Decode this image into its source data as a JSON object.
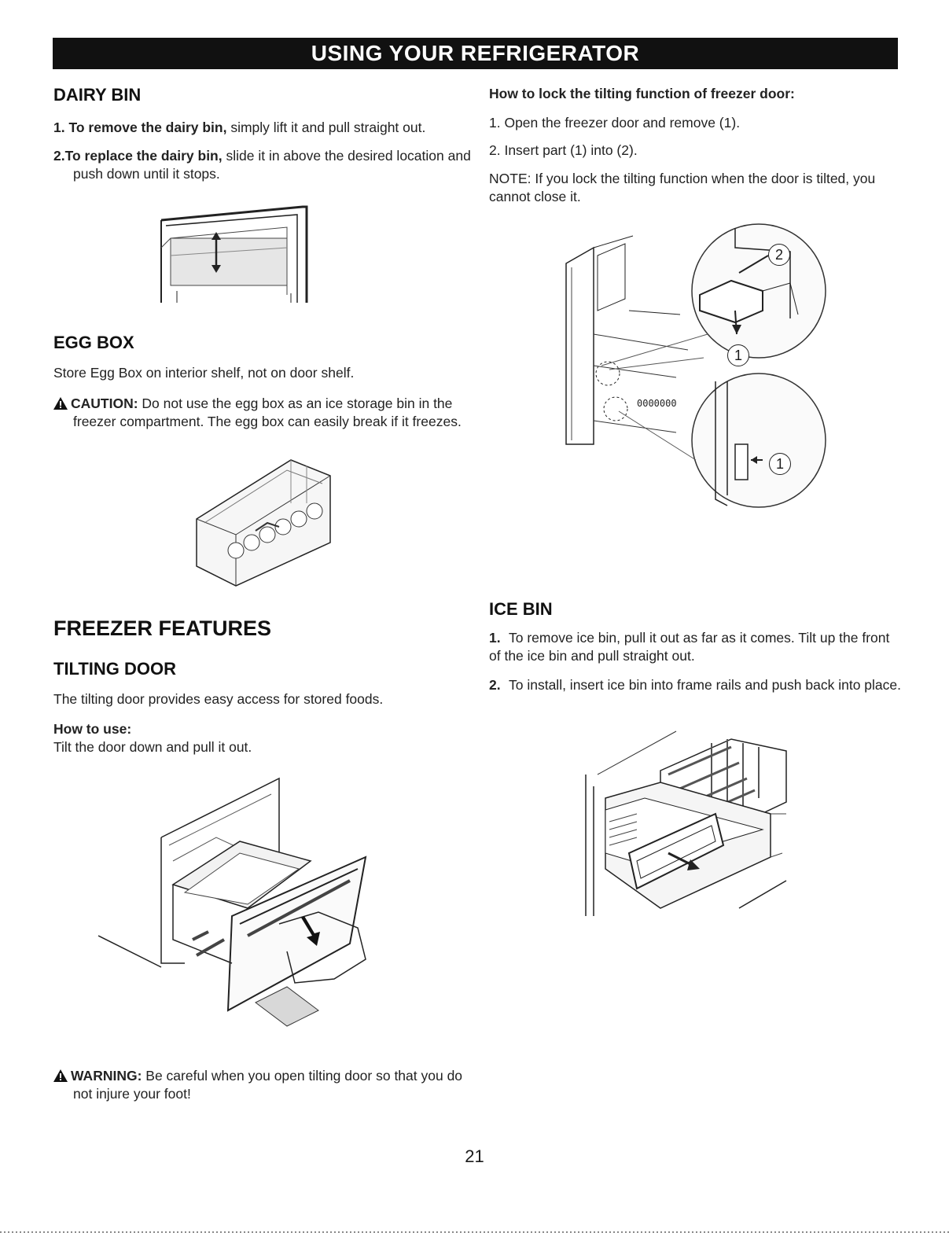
{
  "header": {
    "title": "USING YOUR REFRIGERATOR"
  },
  "dairy_bin": {
    "heading": "DAIRY BIN",
    "step1_num": "1.",
    "step1_bold": "To remove the dairy bin,",
    "step1_text": " simply lift it and pull straight out.",
    "step2_num": "2.",
    "step2_bold": "To replace the dairy bin,",
    "step2_text": " slide it in above the desired location and push down until it stops."
  },
  "egg_box": {
    "heading": "EGG BOX",
    "text": "Store Egg Box on interior shelf, not on door shelf.",
    "caution_label": "CAUTION:",
    "caution_text": " Do not use the egg box as an ice storage bin in the freezer compartment. The egg box can easily break if it freezes."
  },
  "freezer_features": {
    "heading": "FREEZER FEATURES",
    "tilting_door": {
      "heading": "TILTING DOOR",
      "text": "The tilting door provides easy access for stored foods.",
      "how_label": "How to use:",
      "how_text": "Tilt the door down and pull it out."
    },
    "warning_label": "WARNING:",
    "warning_text": " Be careful when you open tilting door so that you do not injure your foot!"
  },
  "lock_tilting": {
    "heading": "How to lock the tilting function of freezer door:",
    "step1": "1. Open the freezer door and remove (1).",
    "step2": "2. Insert part (1) into (2).",
    "note": "NOTE: If you lock the tilting function when the door is tilted, you cannot close it.",
    "callout_1": "1",
    "callout_2": "2"
  },
  "ice_bin": {
    "heading": "ICE BIN",
    "step1_num": "1.",
    "step1_text": "To remove ice bin, pull it out as far as it comes. Tilt up the front of the ice bin and pull straight out.",
    "step2_num": "2.",
    "step2_text": "To install, insert ice bin into frame rails and push back into place."
  },
  "page_number": "21",
  "icons": [
    "warning-triangle-icon"
  ]
}
